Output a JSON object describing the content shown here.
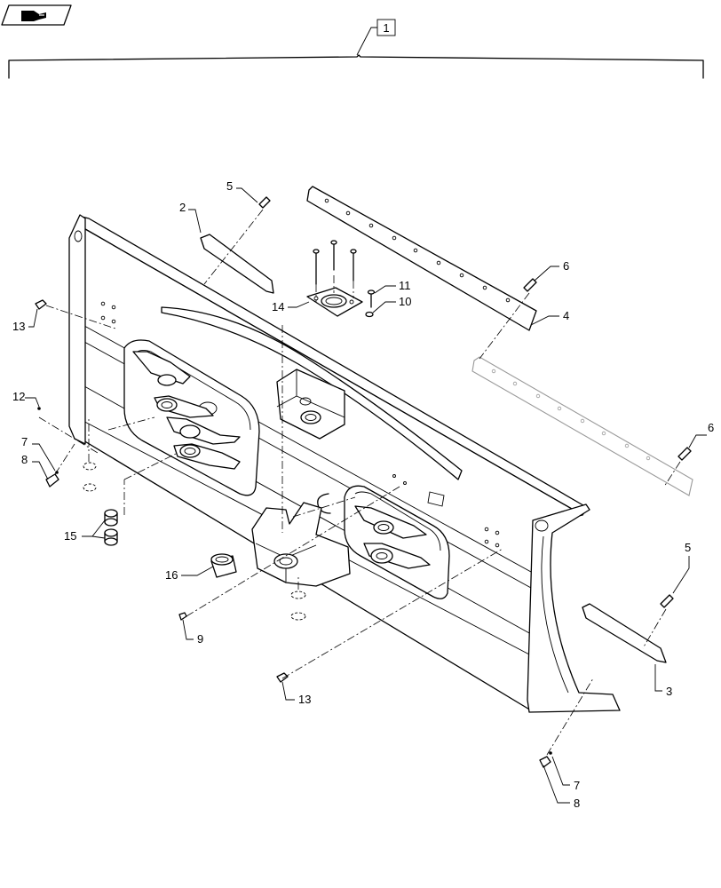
{
  "nav": {
    "icon": "hand-pointer-nav-icon"
  },
  "assembly": {
    "number": "1"
  },
  "callouts": [
    {
      "id": "c2",
      "text": "2"
    },
    {
      "id": "c3",
      "text": "3"
    },
    {
      "id": "c4",
      "text": "4"
    },
    {
      "id": "c5a",
      "text": "5"
    },
    {
      "id": "c5b",
      "text": "5"
    },
    {
      "id": "c6a",
      "text": "6"
    },
    {
      "id": "c6b",
      "text": "6"
    },
    {
      "id": "c7a",
      "text": "7"
    },
    {
      "id": "c7b",
      "text": "7"
    },
    {
      "id": "c8a",
      "text": "8"
    },
    {
      "id": "c8b",
      "text": "8"
    },
    {
      "id": "c9",
      "text": "9"
    },
    {
      "id": "c10",
      "text": "10"
    },
    {
      "id": "c11",
      "text": "11"
    },
    {
      "id": "c12",
      "text": "12"
    },
    {
      "id": "c13a",
      "text": "13"
    },
    {
      "id": "c13b",
      "text": "13"
    },
    {
      "id": "c14",
      "text": "14"
    },
    {
      "id": "c15",
      "text": "15"
    },
    {
      "id": "c16",
      "text": "16"
    }
  ]
}
